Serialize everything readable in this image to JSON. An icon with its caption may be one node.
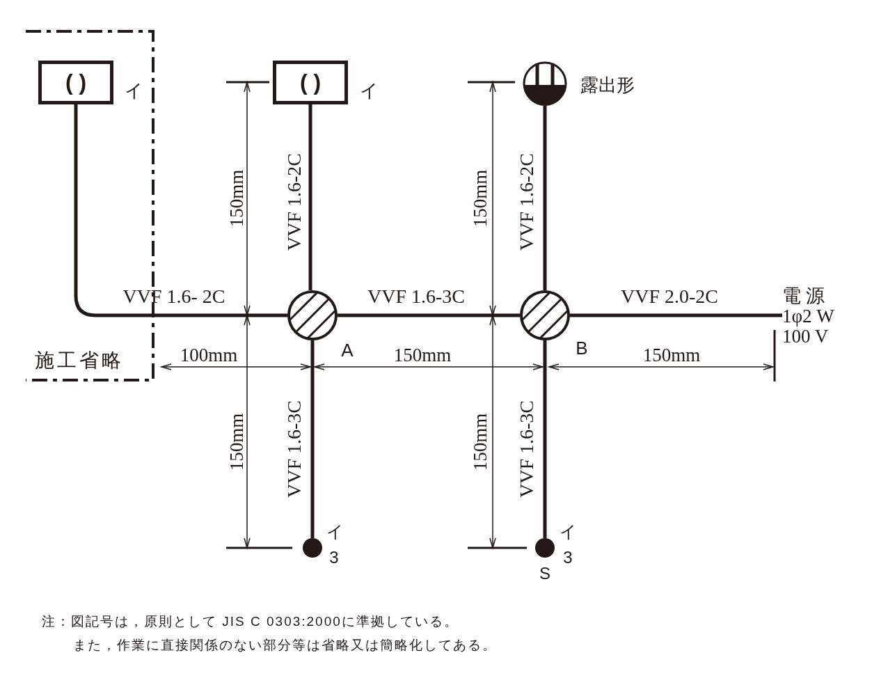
{
  "diagram": {
    "nodes": [
      {
        "text": [
          "施工省略"
        ]
      },
      {
        "text": [
          "( )"
        ],
        "beside": [
          "イ"
        ],
        "in": 0
      },
      {
        "text": [
          "( )"
        ],
        "beside": [
          "イ"
        ]
      },
      {
        "text": [],
        "shape": "circle",
        "beside": [
          "露出形"
        ]
      },
      {
        "text": [],
        "shape": "circle",
        "beside": [
          "A"
        ]
      },
      {
        "text": [],
        "shape": "circle",
        "beside": [
          "B"
        ]
      },
      {
        "text": [
          "電 源",
          "1φ2 W",
          "100 V"
        ]
      },
      {
        "text": [],
        "shape": "circle",
        "beside": [
          "イ",
          "3"
        ]
      },
      {
        "text": [],
        "shape": "circle",
        "beside": [
          "イ",
          "3",
          "S"
        ]
      }
    ],
    "edges": [
      {
        "from": 1,
        "to": 4,
        "arrow": "none",
        "label": "VVF 1.6- 2C"
      },
      {
        "from": 2,
        "to": 4,
        "arrow": "none",
        "label": "VVF 1.6-2C"
      },
      {
        "from": 4,
        "to": 5,
        "arrow": "none",
        "label": "VVF 1.6-3C"
      },
      {
        "from": 3,
        "to": 5,
        "arrow": "none",
        "label": "VVF 1.6-2C"
      },
      {
        "from": 5,
        "to": 6,
        "arrow": "none",
        "label": "VVF 2.0-2C"
      },
      {
        "from": 4,
        "to": 7,
        "arrow": "none",
        "label": "VVF 1.6-3C"
      },
      {
        "from": 5,
        "to": 8,
        "arrow": "none",
        "label": "VVF 1.6-3C"
      }
    ],
    "labels": [
      "150mm",
      "150mm",
      "100mm",
      "150mm",
      "150mm",
      "150mm",
      "150mm",
      "注：図記号は，原則として JIS C 0303:2000に準拠している。",
      "また，作業に直接関係のない部分等は省略又は簡略化してある。"
    ]
  }
}
